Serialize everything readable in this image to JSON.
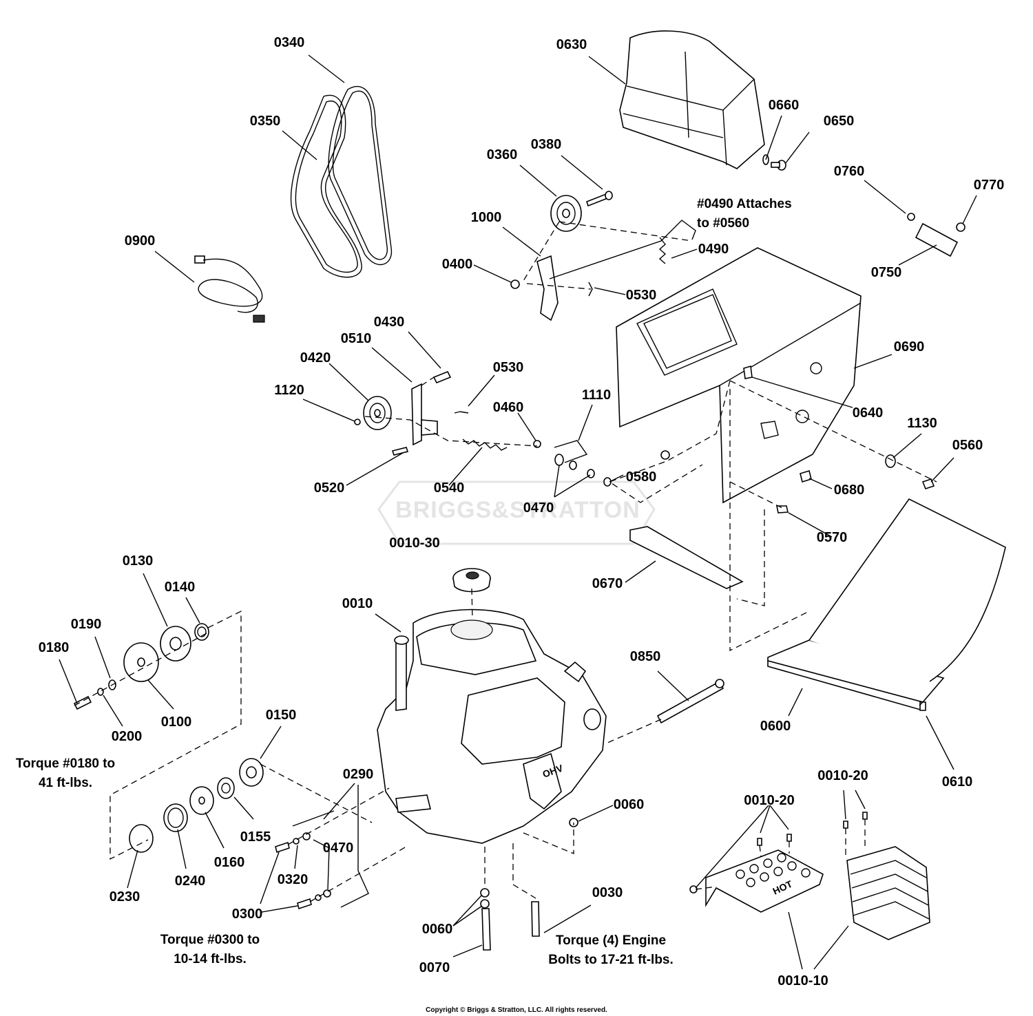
{
  "watermark": "BRIGGS&STRATTON",
  "copyright": "Copyright © Briggs & Stratton, LLC. All rights reserved.",
  "notes": {
    "attach_0490_line1": "#0490 Attaches",
    "attach_0490_line2": "to #0560",
    "torque_0180_line1": "Torque #0180 to",
    "torque_0180_line2": "41 ft-lbs.",
    "torque_0300_line1": "Torque #0300 to",
    "torque_0300_line2": "10-14 ft-lbs.",
    "torque_engine_line1": "Torque (4) Engine",
    "torque_engine_line2": "Bolts to 17-21 ft-lbs."
  },
  "labels": {
    "p0340": "0340",
    "p0630": "0630",
    "p0350": "0350",
    "p0660": "0660",
    "p0650": "0650",
    "p0380": "0380",
    "p0360": "0360",
    "p0760": "0760",
    "p0770": "0770",
    "p1000": "1000",
    "p0490": "0490",
    "p0900": "0900",
    "p0400": "0400",
    "p0750": "0750",
    "p0530a": "0530",
    "p0430": "0430",
    "p0510": "0510",
    "p0690": "0690",
    "p0420": "0420",
    "p0530b": "0530",
    "p1120": "1120",
    "p1110": "1110",
    "p0640": "0640",
    "p0460": "0460",
    "p1130": "1130",
    "p0560": "0560",
    "p0580": "0580",
    "p0520": "0520",
    "p0540": "0540",
    "p0680": "0680",
    "p0470a": "0470",
    "p0570": "0570",
    "p0010_30": "0010-30",
    "p0130": "0130",
    "p0670": "0670",
    "p0140": "0140",
    "p0010": "0010",
    "p0190": "0190",
    "p0180": "0180",
    "p0850": "0850",
    "p0100": "0100",
    "p0200": "0200",
    "p0600": "0600",
    "p0150": "0150",
    "p0290": "0290",
    "p0610": "0610",
    "p0010_20a": "0010-20",
    "p0010_20b": "0010-20",
    "p0060a": "0060",
    "p0155": "0155",
    "p0470b": "0470",
    "p0160": "0160",
    "p0240": "0240",
    "p0320": "0320",
    "p0230": "0230",
    "p0300": "0300",
    "p0030": "0030",
    "p0060b": "0060",
    "p0070": "0070",
    "p0010_10": "0010-10"
  },
  "engine_markings": {
    "ohv": "OHV",
    "hot": "HOT"
  }
}
